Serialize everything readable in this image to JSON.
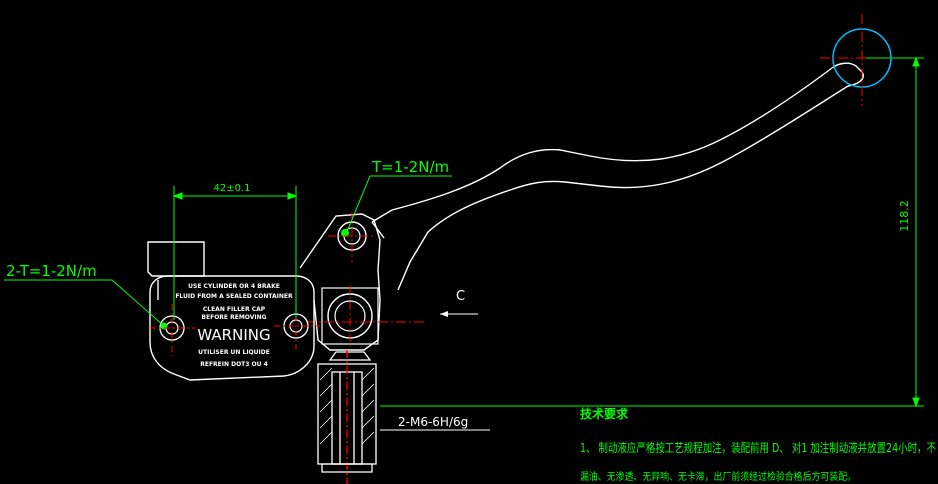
{
  "drawing": {
    "background": "#000000",
    "colors": {
      "outline": "#ffffff",
      "centerline": "#ff0000",
      "dimension": "#00ff00",
      "circle": "#00bfff"
    },
    "dimensions": {
      "hole_spacing": "42±0.1",
      "lever_height": "118.2"
    },
    "callouts": {
      "torque_pivot": "T=1-2N/m",
      "torque_mount": "2-T=1-2N/m",
      "thread": "2-M6-6H/6g",
      "view_label": "C"
    },
    "plate": {
      "line1": "USE CYLINDER OR 4 BRAKE",
      "line2": "FLUID FROM A SEALED CONTAINER",
      "line3": "CLEAN FILLER CAP",
      "line4": "BEFORE REMOVING",
      "warning": "WARNING",
      "line5": "UTILISER UN LIQUIDE",
      "line6": "REFREIN DOT3 OU 4"
    },
    "notes": {
      "heading": "技术要求",
      "line1": "1、 制动液应严格按工艺规程加注，装配前用 D、 对1 加注制动液并放置24小时，不",
      "line2": "漏油、无渗透、无异响、无卡滞，出厂前须经过检验合格后方可装配。"
    }
  }
}
